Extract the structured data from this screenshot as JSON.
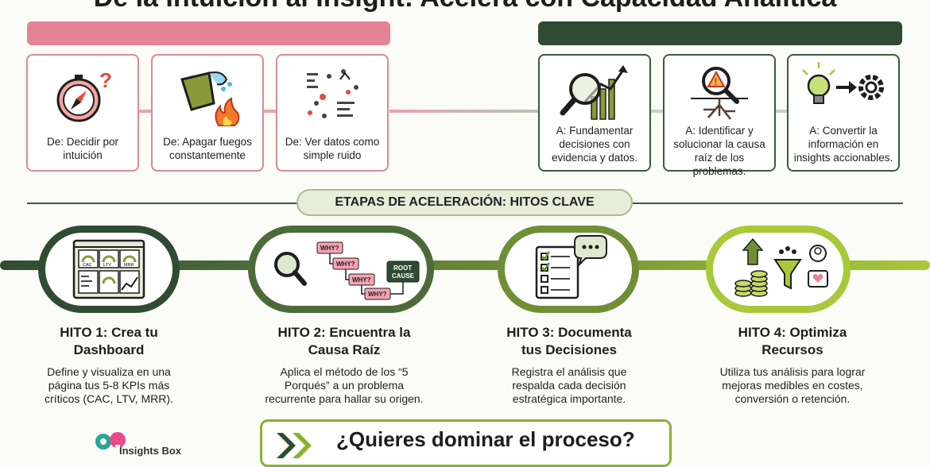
{
  "title": "De la Intuición al Insight: Acelera con Capacidad Analítica",
  "from_cards": [
    {
      "label": "De: Decidir por intuición",
      "icon": "compass-question-icon"
    },
    {
      "label": "De: Apagar fuegos constantemente",
      "icon": "bucket-fire-icon"
    },
    {
      "label": "De: Ver datos como simple ruido",
      "icon": "scattered-data-icon"
    }
  ],
  "to_cards": [
    {
      "label": "A: Fundamentar decisiones con evidencia y datos.",
      "icon": "magnifier-chart-icon"
    },
    {
      "label": "A: Identificar y solucionar la causa raíz de los problemas.",
      "icon": "root-cause-icon"
    },
    {
      "label": "A: Convertir la información en insights accionables.",
      "icon": "bulb-gear-icon"
    }
  ],
  "stages_heading": "ETAPAS DE ACELERACIÓN: HITOS CLAVE",
  "hitos": [
    {
      "title_1": "HITO 1: Crea tu",
      "title_2": "Dashboard",
      "desc_1": "Define y visualiza en una",
      "desc_2": "página tus 5-8 KPIs más",
      "desc_3": "críticos (CAC, LTV, MRR).",
      "icon": "dashboard-icon",
      "gauges": [
        "CAC",
        "LTV",
        "MRR"
      ]
    },
    {
      "title_1": "HITO 2: Encuentra la",
      "title_2": "Causa Raíz",
      "desc_1": "Aplica el método de los “5",
      "desc_2": "Porqués” a un problema",
      "desc_3": "recurrente para hallar su origen.",
      "icon": "five-whys-icon",
      "whys": [
        "WHY?",
        "WHY?",
        "WHY?",
        "WHY?"
      ],
      "root_1": "ROOT",
      "root_2": "CAUSE"
    },
    {
      "title_1": "HITO 3: Documenta",
      "title_2": "tus Decisiones",
      "desc_1": "Registra el análisis que",
      "desc_2": "respalda cada decisión",
      "desc_3": "estratégica importante.",
      "icon": "checklist-chat-icon"
    },
    {
      "title_1": "HITO 4: Optimiza",
      "title_2": "Recursos",
      "desc_1": "Utiliza tus análisis para lograr",
      "desc_2": "mejoras medibles en costes,",
      "desc_3": "conversión o retención.",
      "icon": "coins-funnel-icon"
    }
  ],
  "cta": "¿Quieres dominar el proceso?",
  "brand": "Insights Box",
  "colors": {
    "pink": "#e28493",
    "dark_green": "#2f4c32",
    "lime": "#8ab22e"
  }
}
